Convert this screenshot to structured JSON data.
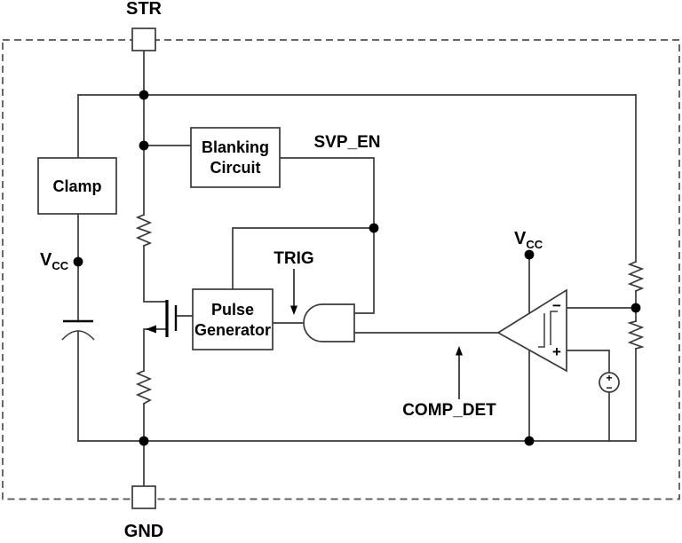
{
  "pins": {
    "top": "STR",
    "bottom": "GND"
  },
  "signals": {
    "svp_en": "SVP_EN",
    "trig": "TRIG",
    "comp_det": "COMP_DET"
  },
  "supply": {
    "v": "V",
    "sub": "CC"
  },
  "blocks": {
    "clamp": "Clamp",
    "blanking": [
      "Blanking",
      "Circuit"
    ],
    "pulse_generator": [
      "Pulse",
      "Generator"
    ]
  },
  "comparator": {
    "inverting": "−",
    "noninverting": "+"
  },
  "voltage_source": {
    "plus": "+",
    "minus": "−"
  },
  "colors": {
    "wire": "#3a3a3a",
    "ink": "#000000",
    "border": "#505050",
    "bg": "#ffffff"
  }
}
